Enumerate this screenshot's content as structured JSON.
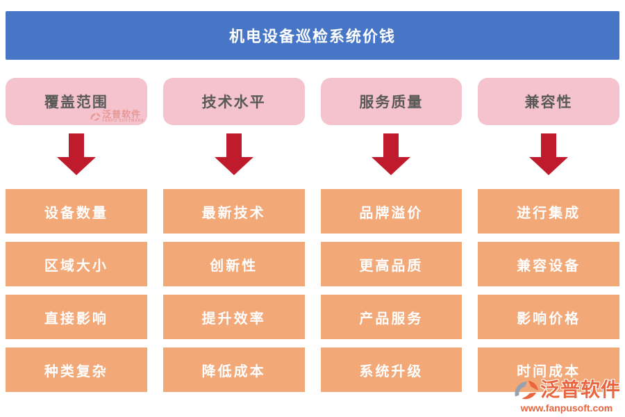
{
  "title": {
    "text": "机电设备巡检系统价钱"
  },
  "columns": [
    {
      "header": "覆盖范围",
      "items": [
        "设备数量",
        "区域大小",
        "直接影响",
        "种类复杂"
      ]
    },
    {
      "header": "技术水平",
      "items": [
        "最新技术",
        "创新性",
        "提升效率",
        "降低成本"
      ]
    },
    {
      "header": "服务质量",
      "items": [
        "品牌溢价",
        "更高品质",
        "产品服务",
        "系统升级"
      ]
    },
    {
      "header": "兼容性",
      "items": [
        "进行集成",
        "兼容设备",
        "影响价格",
        "时间成本"
      ]
    }
  ],
  "header_watermark": {
    "brand": "泛普软件",
    "brand_sub": "FANPU SOFTWARE"
  },
  "footer_logo": {
    "brand": "泛普软件",
    "url": "www.fanpusoft.com"
  },
  "icons": {
    "arrow": "down-arrow-icon",
    "logo": "fanpu-logo-icon"
  },
  "colors": {
    "title_bar_bg": "#4776c6",
    "title_text": "#ffffff",
    "header_box_bg": "#f4c3cd",
    "header_box_text": "#595959",
    "arrow_red": "#c01b2d",
    "item_box_bg": "#f3a878",
    "item_text": "#ffffff",
    "brand_orange": "#e8653f",
    "brand_gray": "#98a1af"
  }
}
